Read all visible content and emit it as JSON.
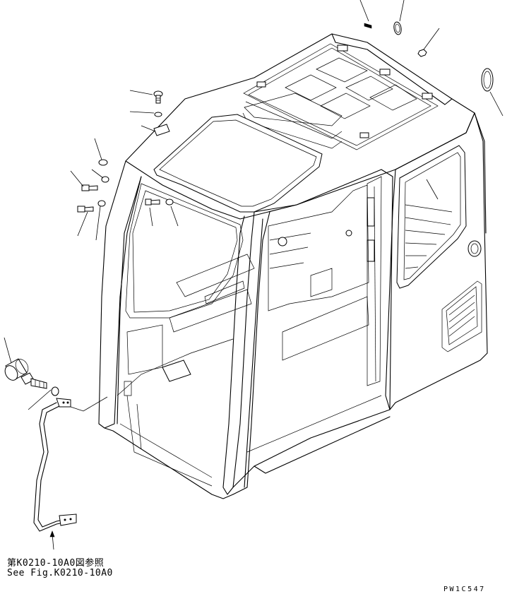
{
  "figure": {
    "reference_jp": "第K0210-10A0図参照",
    "reference_en": "See Fig.K0210-10A0",
    "drawing_code": "PW1C547"
  }
}
